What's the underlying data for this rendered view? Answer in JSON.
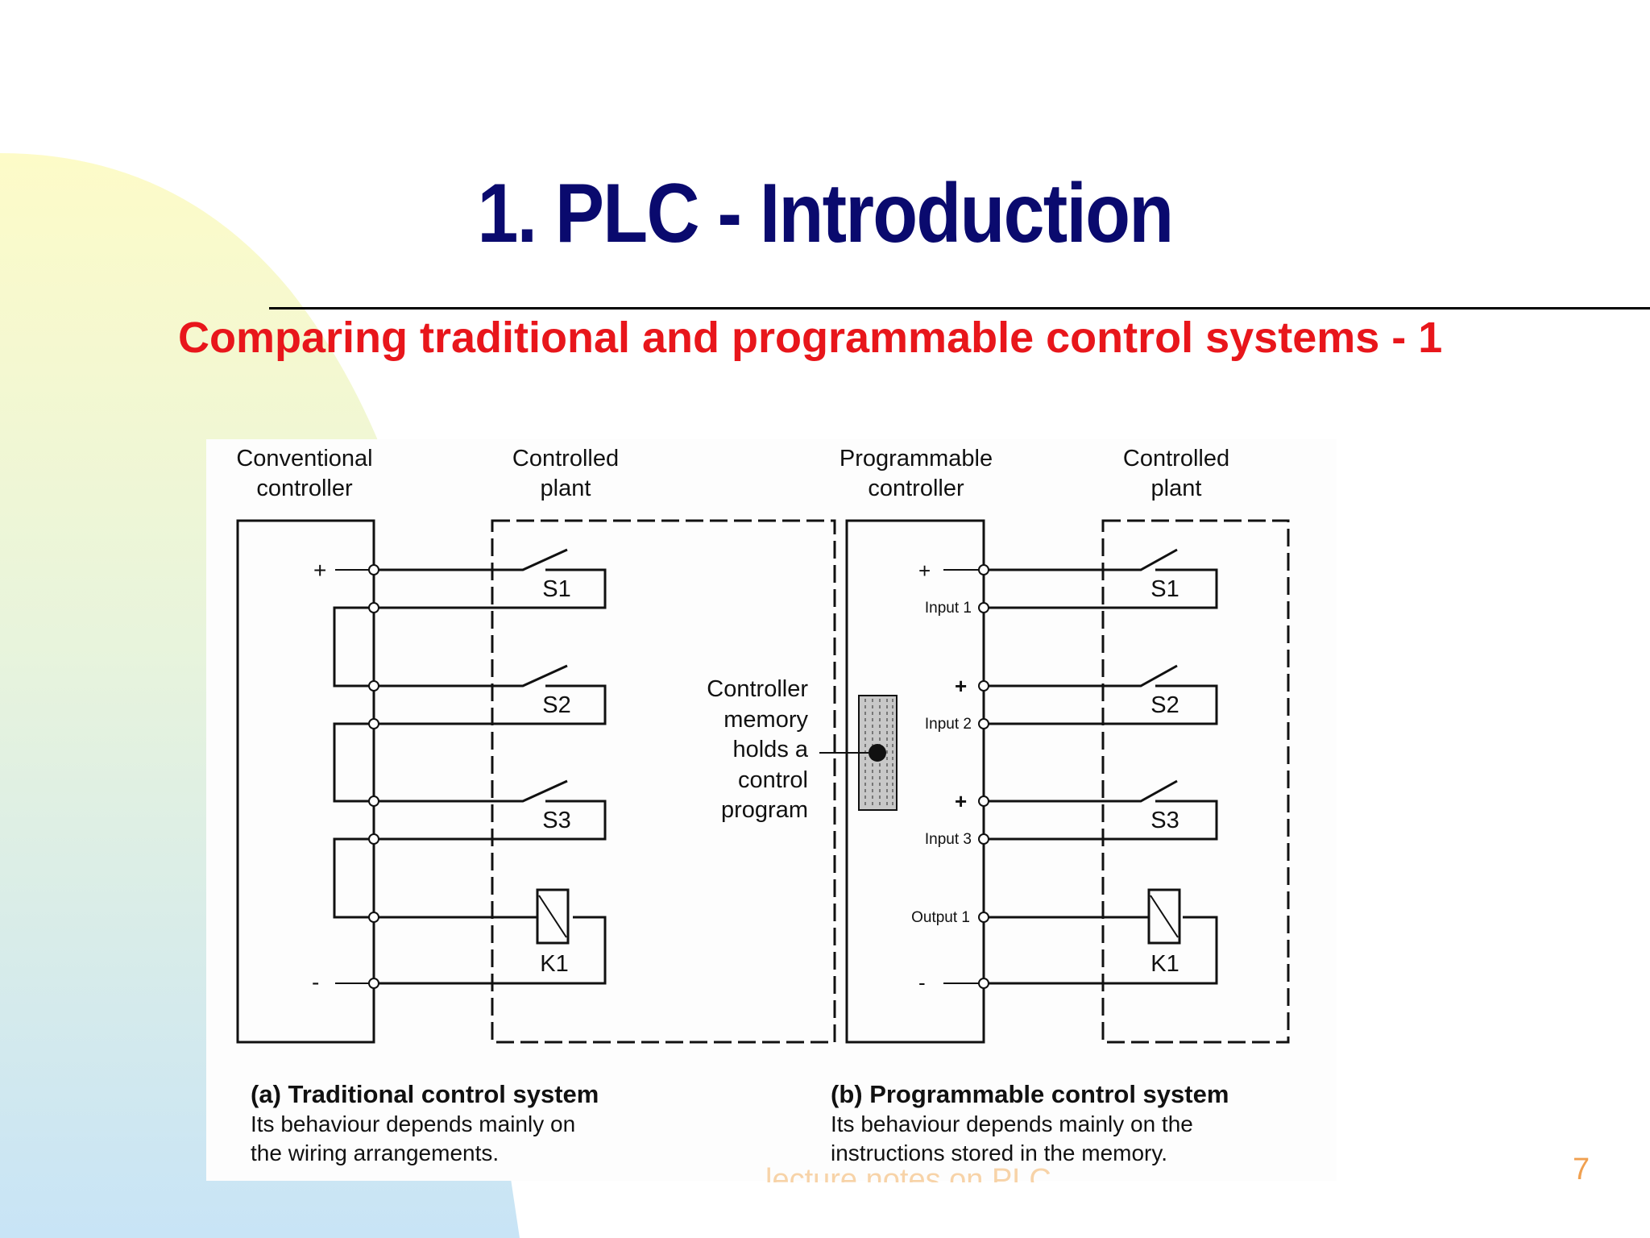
{
  "slide": {
    "title": "1. PLC - Introduction",
    "subtitle": "Comparing traditional and programmable control systems - 1",
    "footer_text": "lecture notes on PLC",
    "page_number": "7"
  },
  "colors": {
    "title": "#0a0a6e",
    "subtitle": "#e8161b",
    "page_number": "#f0a050"
  },
  "diagram_a": {
    "controller_label": [
      "Conventional",
      "controller"
    ],
    "plant_label": [
      "Controlled",
      "plant"
    ],
    "plus": "+",
    "minus": "-",
    "switches": [
      "S1",
      "S2",
      "S3"
    ],
    "relay": "K1",
    "caption_title": "(a) Traditional control system",
    "caption_lines": [
      "Its behaviour depends mainly on",
      "the wiring arrangements."
    ]
  },
  "diagram_b": {
    "controller_label": [
      "Programmable",
      "controller"
    ],
    "plant_label": [
      "Controlled",
      "plant"
    ],
    "plus": "+",
    "minus": "-",
    "inputs": [
      "Input 1",
      "Input 2",
      "Input 3"
    ],
    "output": "Output 1",
    "switches": [
      "S1",
      "S2",
      "S3"
    ],
    "relay": "K1",
    "memory_label": [
      "Controller",
      "memory",
      "holds a",
      "control",
      "program"
    ],
    "caption_title": "(b) Programmable control system",
    "caption_lines": [
      "Its behaviour depends mainly on the",
      "instructions stored in the memory."
    ]
  }
}
